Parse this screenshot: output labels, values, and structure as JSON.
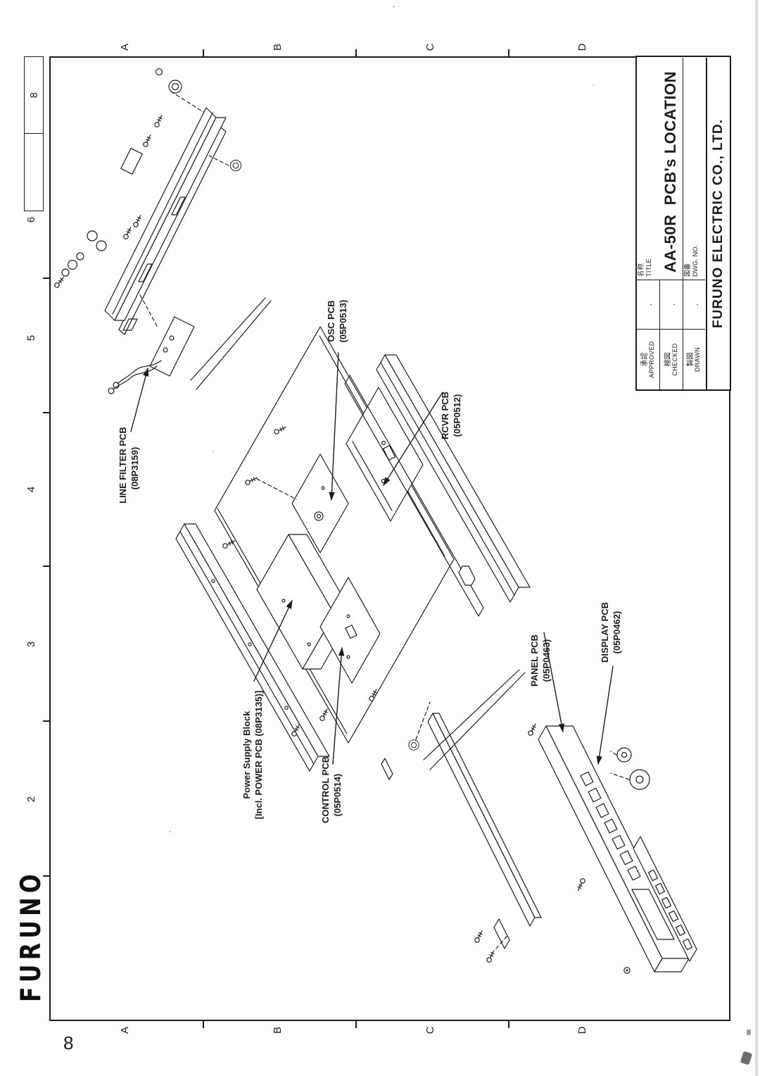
{
  "page": {
    "number": "8",
    "logo": "FURUNO"
  },
  "grid": {
    "letters": [
      "A",
      "B",
      "C",
      "D"
    ],
    "numbers": [
      "8",
      "6",
      "5",
      "4",
      "3",
      "2"
    ]
  },
  "title_block": {
    "approved_jp": "承認",
    "approved_en": "APPROVED",
    "checked_jp": "検図",
    "checked_en": "CHECKED",
    "drawn_jp": "製図",
    "drawn_en": "DRAWN",
    "sig_mark": ".",
    "name_jp": "名称",
    "name_en": "TITLE",
    "dwg_jp": "図番",
    "dwg_en": "DWG. NO.",
    "drawing_title": "AA-50R  PCB's LOCATION",
    "company": "FURUNO ELECTRIC CO., LTD."
  },
  "callouts": {
    "line_filter": {
      "name": "LINE FILTER PCB",
      "part_no": "(08P3159)"
    },
    "osc": {
      "name": "OSC PCB",
      "part_no": "(05P0513)"
    },
    "rcvr": {
      "name": "RCVR PCB",
      "part_no": "(05P0512)"
    },
    "power": {
      "name": "Power Supply Block",
      "part_no": "[Incl. POWER PCB (08P3135)]"
    },
    "control": {
      "name": "CONTROL PCB",
      "part_no": "(05P0514)"
    },
    "panel": {
      "name": "PANEL PCB",
      "part_no": "(05P0463)"
    },
    "display": {
      "name": "DISPLAY PCB",
      "part_no": "(05P0462)"
    }
  },
  "colors": {
    "ink": "#1c1c1c",
    "paper": "#fdfdfb"
  }
}
